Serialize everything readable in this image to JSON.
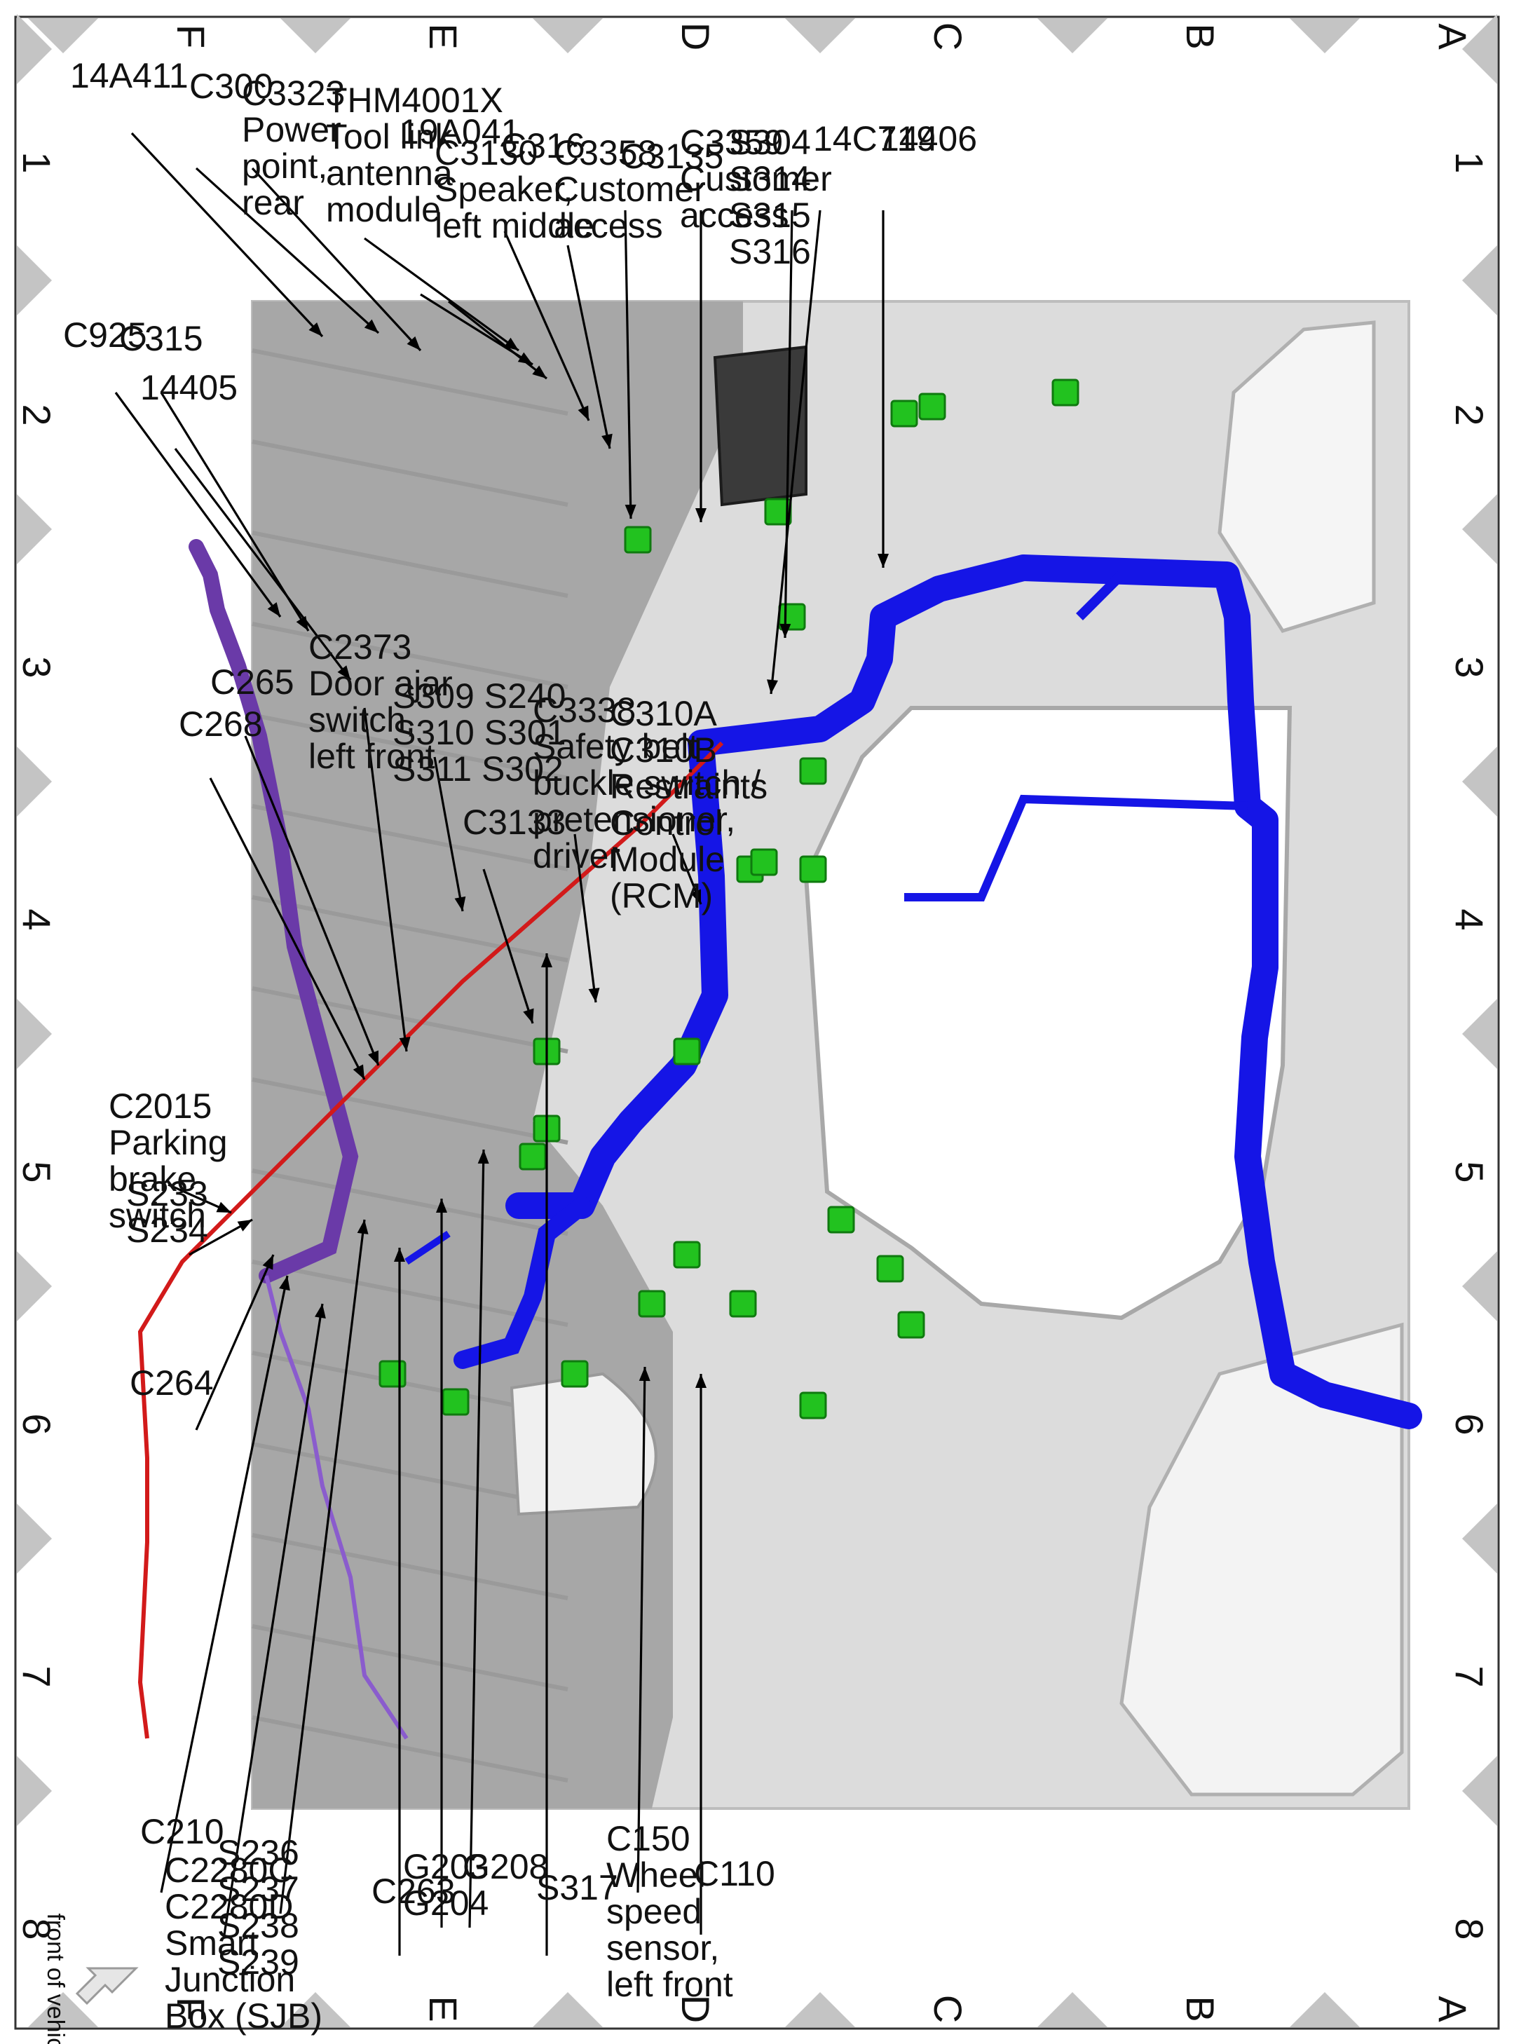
{
  "colors": {
    "harness_main": "#1515e6",
    "harness_purple": "#6a3aa8",
    "harness_red": "#d21a1a",
    "connector_green": "#22c21f",
    "floor_gray": "#a7a7a7",
    "body_light": "#dcdcdc",
    "border_triangle": "#c4c4c4"
  },
  "grid": {
    "columns": [
      "1",
      "2",
      "3",
      "4",
      "5",
      "6",
      "7",
      "8"
    ],
    "rows": [
      "A",
      "B",
      "C",
      "D",
      "E",
      "F"
    ]
  },
  "orientation": {
    "label": "front of vehicle",
    "icon": "arrow-icon"
  },
  "labels": [
    {
      "id": "14A411",
      "lines": [
        "14A411"
      ]
    },
    {
      "id": "C300",
      "lines": [
        "C300"
      ]
    },
    {
      "id": "C3323",
      "lines": [
        "C3323",
        "Power",
        "point,",
        "rear"
      ]
    },
    {
      "id": "THM4001X",
      "lines": [
        "THM4001X",
        "Tool link",
        "antenna",
        "module"
      ]
    },
    {
      "id": "19A041",
      "lines": [
        "19A041"
      ]
    },
    {
      "id": "C3130",
      "lines": [
        "C3130",
        "Speaker,",
        "left middle"
      ]
    },
    {
      "id": "C316",
      "lines": [
        "C316"
      ]
    },
    {
      "id": "C3358",
      "lines": [
        "C3358",
        "Customer",
        "access"
      ]
    },
    {
      "id": "C3135",
      "lines": [
        "C3135"
      ]
    },
    {
      "id": "C3359",
      "lines": [
        "C3359",
        "Customer",
        "access"
      ]
    },
    {
      "id": "S304",
      "lines": [
        "S304",
        "S314",
        "S315",
        "S316"
      ]
    },
    {
      "id": "14C719",
      "lines": [
        "14C719"
      ]
    },
    {
      "id": "14406",
      "lines": [
        "14406"
      ]
    },
    {
      "id": "C925",
      "lines": [
        "C925"
      ]
    },
    {
      "id": "C315",
      "lines": [
        "C315"
      ]
    },
    {
      "id": "14405",
      "lines": [
        "14405"
      ]
    },
    {
      "id": "C265",
      "lines": [
        "C265"
      ]
    },
    {
      "id": "C268",
      "lines": [
        "C268"
      ]
    },
    {
      "id": "C2373",
      "lines": [
        "C2373",
        "Door ajar",
        "switch,",
        "left front"
      ]
    },
    {
      "id": "S309",
      "lines": [
        "S309  S240",
        "S310  S301",
        "S311  S302"
      ]
    },
    {
      "id": "C3133",
      "lines": [
        "C3133"
      ]
    },
    {
      "id": "C3338",
      "lines": [
        "C3338",
        "Safety belt",
        "buckle switch /",
        "pretensioner,",
        "driver"
      ]
    },
    {
      "id": "C310A",
      "lines": [
        "C310A",
        "C310B",
        "Restraints",
        "Control",
        "Module",
        "(RCM)"
      ]
    },
    {
      "id": "C2015",
      "lines": [
        "C2015",
        "Parking",
        "brake",
        "switch"
      ]
    },
    {
      "id": "S233",
      "lines": [
        "S233",
        "S234"
      ]
    },
    {
      "id": "C264",
      "lines": [
        "C264"
      ]
    },
    {
      "id": "C210",
      "lines": [
        "C210"
      ]
    },
    {
      "id": "C2280C",
      "lines": [
        "C2280C",
        "C2280D",
        "Smart",
        "Junction",
        "Box (SJB)"
      ]
    },
    {
      "id": "S236",
      "lines": [
        "S236",
        "S237",
        "S238",
        "S239"
      ]
    },
    {
      "id": "C263",
      "lines": [
        "C263"
      ]
    },
    {
      "id": "G203",
      "lines": [
        "G203",
        "G204"
      ]
    },
    {
      "id": "G208",
      "lines": [
        "G208"
      ]
    },
    {
      "id": "S317",
      "lines": [
        "S317"
      ]
    },
    {
      "id": "C150",
      "lines": [
        "C150",
        "Wheel",
        "speed",
        "sensor,",
        "left front"
      ]
    },
    {
      "id": "C110",
      "lines": [
        "C110"
      ]
    }
  ]
}
